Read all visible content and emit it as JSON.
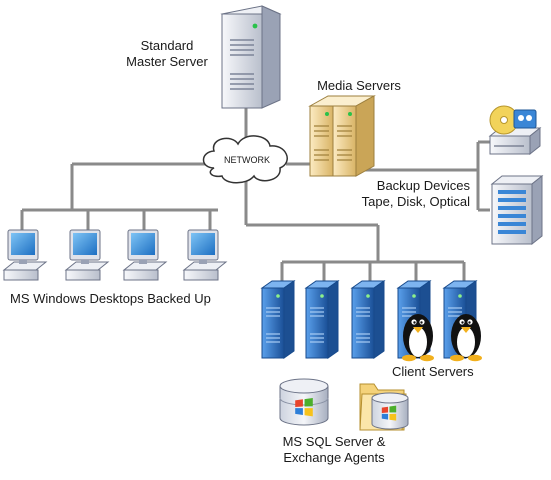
{
  "labels": {
    "master": {
      "line1": "Standard",
      "line2": "Master Server"
    },
    "media": "Media Servers",
    "network": "NETWORK",
    "backup": {
      "line1": "Backup Devices",
      "line2": "Tape, Disk, Optical"
    },
    "desktops": "MS Windows Desktops Backed Up",
    "clients": "Client Servers",
    "sql": {
      "line1": "MS SQL Server &",
      "line2": "Exchange Agents"
    }
  },
  "icons": {
    "master": "tower-server-icon",
    "media": "media-server-icon",
    "network": "network-cloud-icon",
    "optical": "optical-drive-icon",
    "disk": "disk-array-icon",
    "desktop": "desktop-computer-icon",
    "client": "blue-server-icon",
    "linux": "linux-penguin-icon",
    "database": "database-icon",
    "windows": "windows-logo-icon",
    "folder": "folder-icon"
  },
  "colors": {
    "line": "#8a8a8a",
    "server_gray": "#dfe2ea",
    "server_blue": "#2e74c8",
    "media_tan": "#f2d79a",
    "windows_red": "#e8452c",
    "windows_green": "#4caf2c",
    "windows_blue": "#2e7fd8",
    "windows_yellow": "#f7c21b"
  }
}
